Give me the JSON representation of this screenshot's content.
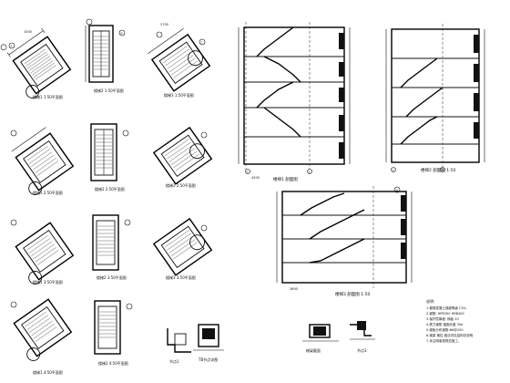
{
  "drawing": {
    "stair_plan_titles": [
      "楼梯1 1:50平面图",
      "楼梯2 1:50平面图",
      "楼梯3 1:50平面图",
      "楼梯1 2:50平面图",
      "楼梯2 2:50平面图",
      "楼梯3 2:50平面图",
      "楼梯1 3:50平面图",
      "楼梯2 3:50平面图",
      "楼梯3 3:50平面图",
      "楼梯1 4:50平面图",
      "楼梯2 4:50平面图"
    ],
    "section_titles": [
      "楼梯1 剖面图",
      "楼梯2 剖面图 1:50",
      "楼梯3 剖面图 1:50"
    ],
    "detail_titles": [
      "节点1",
      "TB节点详图",
      "梯梁截面",
      "节点3"
    ],
    "grid_markers": [
      "A",
      "B",
      "C",
      "D",
      "1",
      "2",
      "3",
      "4"
    ],
    "notes": {
      "heading": "说明:",
      "lines": [
        "1.楼梯混凝土强度等级 C30。",
        "2.钢筋: HPB300 HRB400",
        "3.保护层厚度: 梯板 20",
        "4.受力钢筋 锚固长度 35d",
        "5.梯板分布钢筋 Φ8@200",
        "6.梯梁 梯柱 做法详见结构总说明",
        "7.未注明者按规范施工。"
      ]
    },
    "dimension_samples": [
      "1500",
      "2700",
      "3600",
      "4200"
    ]
  }
}
